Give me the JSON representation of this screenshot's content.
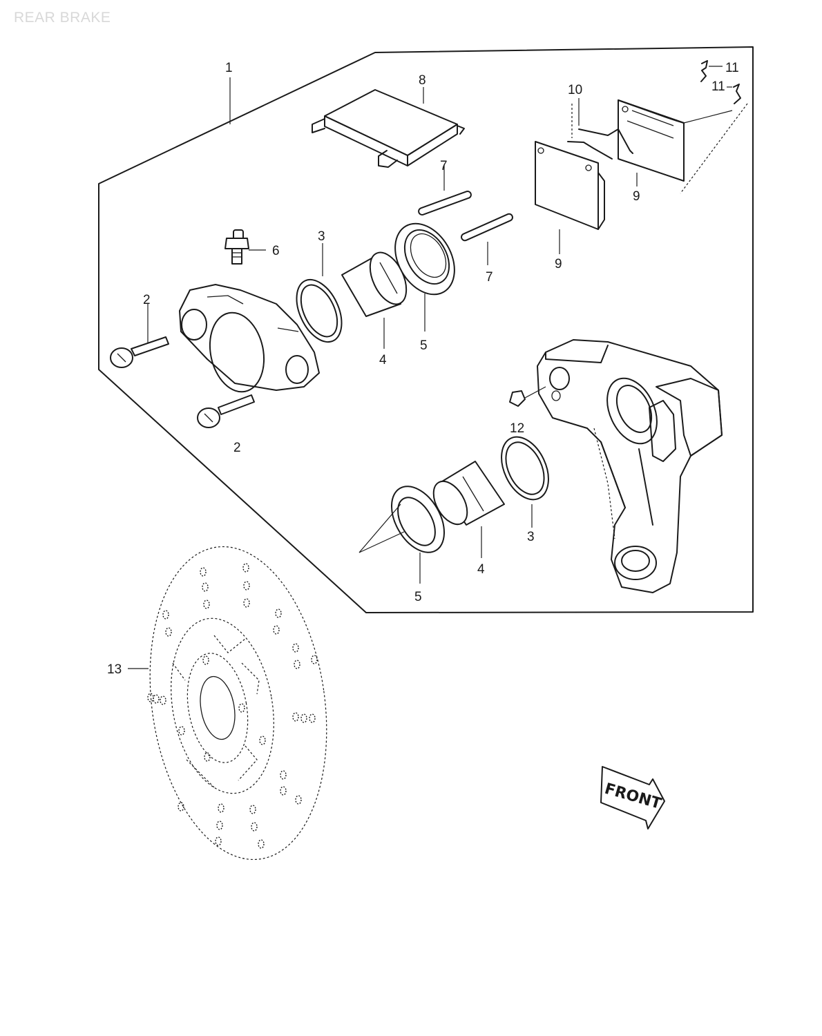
{
  "title": "REAR BRAKE",
  "callouts": {
    "c1": "1",
    "c2a": "2",
    "c2b": "2",
    "c3a": "3",
    "c3b": "3",
    "c4a": "4",
    "c4b": "4",
    "c5a": "5",
    "c5b": "5",
    "c6": "6",
    "c7a": "7",
    "c7b": "7",
    "c8": "8",
    "c9a": "9",
    "c9b": "9",
    "c10": "10",
    "c11a": "11",
    "c11b": "11",
    "c12": "12",
    "c13": "13"
  },
  "front_label": "FRONT",
  "colors": {
    "ink": "#1a1a1a",
    "title": "#d8d8d8",
    "paper": "#ffffff"
  }
}
